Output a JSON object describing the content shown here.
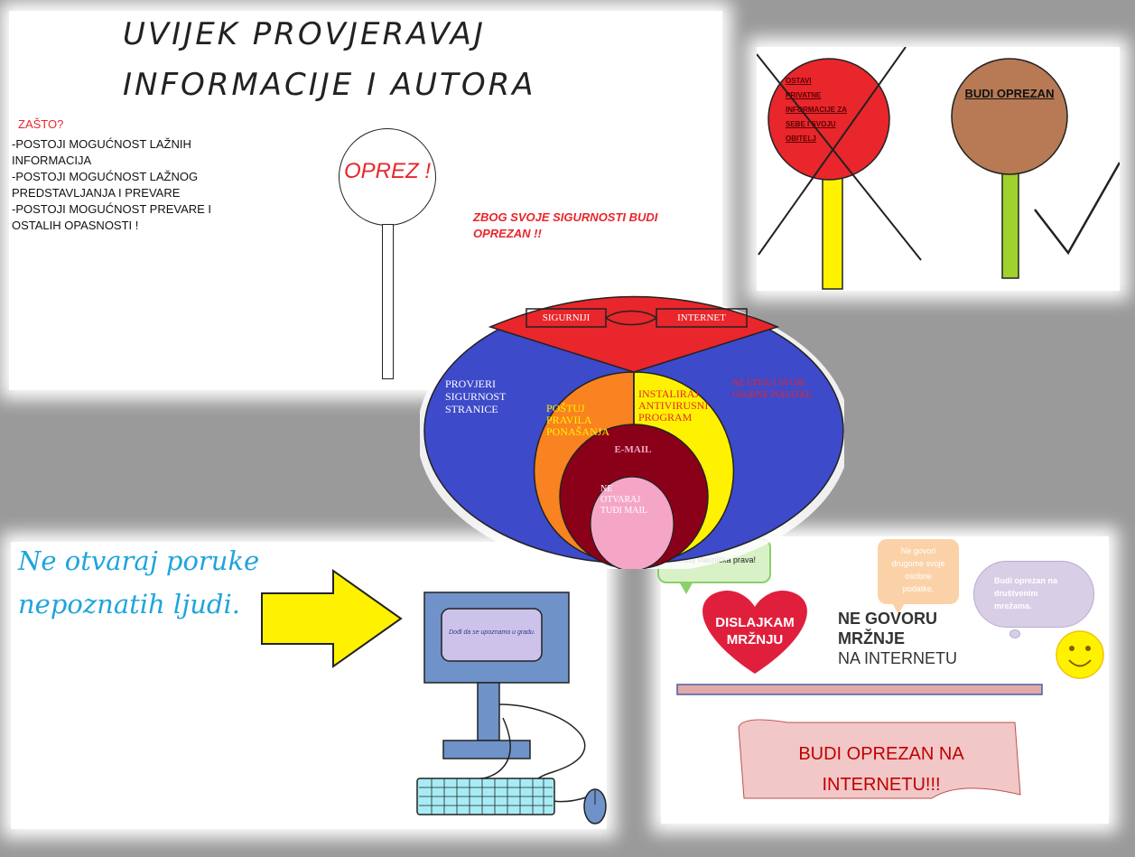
{
  "poster1": {
    "title_line1": "UVIJEK PROVJERAVAJ",
    "title_line2": "INFORMACIJE I AUTORA",
    "why_heading": "ZAŠTO?",
    "reasons": [
      "-POSTOJI MOGUĆNOST LAŽNIH",
      "INFORMACIJA",
      "-POSTOJI MOGUĆNOST LAŽNOG",
      "PREDSTAVLJANJA I PREVARE",
      "-POSTOJI MOGUĆNOST PREVARE I",
      "OSTALIH OPASNOSTI !"
    ],
    "sign_text": "OPREZ !",
    "warning_line1": "ZBOG SVOJE SIGURNOSTI BUDI",
    "warning_line2": "OPREZAN !!"
  },
  "poster2": {
    "crossed_sign_lines": [
      "OSTAVI",
      "PRIVATNE",
      "INFORMACIJE ZA",
      "SEBE I SVOJU",
      "OBITELJ"
    ],
    "good_sign_text": "BUDI OPREZAN"
  },
  "diagram": {
    "box_left": "SIGURNIJI",
    "box_right": "INTERNET",
    "left_lines": [
      "PROVJERI",
      "SIGURNOST",
      "STRANICE"
    ],
    "right_lines": [
      "NE UPISUJ SVOJE",
      "OSOBNE PODATKE"
    ],
    "orange_lines": [
      "POŠTUJ",
      "PRAVILA",
      "PONAŠANJA"
    ],
    "yellow_lines": [
      "INSTALIRAJ",
      "ANTIVIRUSNI",
      "PROGRAM"
    ],
    "email_label": "E-MAIL",
    "pink_lines": [
      "NE",
      "OTVARAJ",
      "TUĐI MAIL"
    ],
    "colors": {
      "blue": "#3d4ac9",
      "red": "#e8262b",
      "orange": "#f98320",
      "yellow": "#fff200",
      "dark_red": "#8b0019",
      "pink": "#f5a6c7"
    }
  },
  "poster3": {
    "caption_line1": "Ne otvaraj poruke",
    "caption_line2": "nepoznatih ljudi.",
    "screen_text": "Dođi da se upoznamo u gradu."
  },
  "poster4": {
    "bubble_green": "Poštuj vlasnička prava!",
    "bubble_orange_lines": [
      "Ne govori",
      "drugome svoje",
      "osobne",
      "podatke."
    ],
    "cloud_lines": [
      "Budi oprezan na",
      "društvenim",
      "mrežama."
    ],
    "heart_line1": "DISLAJKAM",
    "heart_line2": "MRŽNJU",
    "slogan_line1": "NE GOVORU",
    "slogan_line2": "MRŽNJE",
    "slogan_line3": "NA INTERNETU",
    "banner_line1": "BUDI OPREZAN NA",
    "banner_line2": "INTERNETU!!!"
  }
}
